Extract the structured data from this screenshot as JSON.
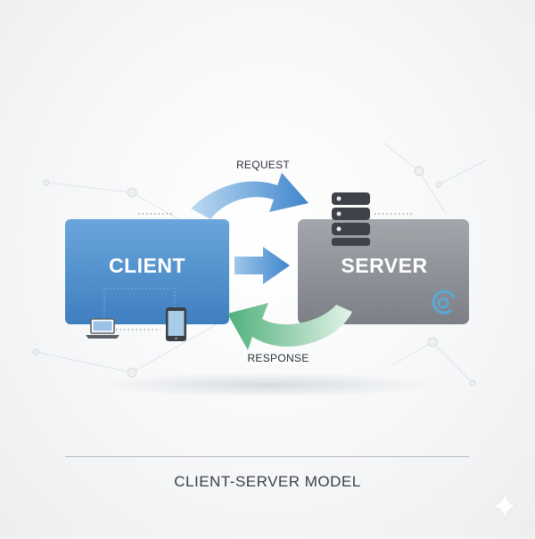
{
  "diagram": {
    "request_label": "REQUEST",
    "response_label": "RESPONSE",
    "client_label": "CLIENT",
    "server_label": "SERVER",
    "caption": "CLIENT-SERVER MODEL"
  },
  "icons": {
    "client_devices": [
      "laptop-icon",
      "smartphone-icon"
    ],
    "server": "database-stack-icon",
    "server_badge": "refresh-cycle-icon",
    "corner_mark": "sparkle-icon"
  },
  "colors": {
    "client_blue": "#4e8fce",
    "server_gray": "#8a8e93",
    "request_arrow": "#4a8fd0",
    "response_arrow": "#5fbf88",
    "accent_cyan": "#5aa9d8"
  }
}
